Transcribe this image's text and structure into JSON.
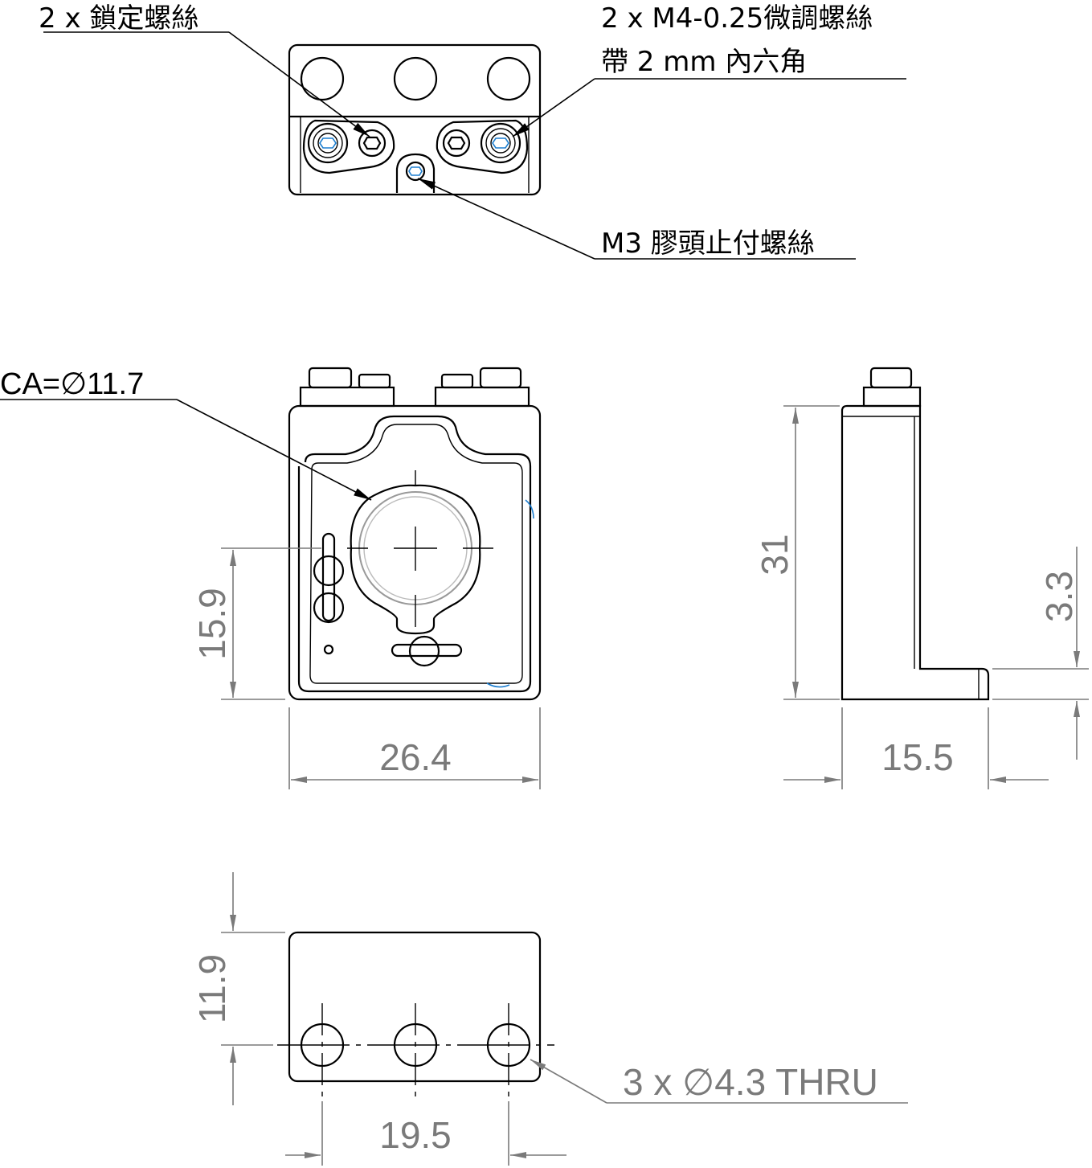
{
  "callouts": {
    "lock_screws": "2 x 鎖定螺絲",
    "adjust_screws_line1": "2 x M4-0.25微調螺絲",
    "adjust_screws_line2": "帶 2 mm 內六角",
    "set_screw": "M3 膠頭止付螺絲",
    "clear_aperture": "CA=∅11.7",
    "holes": "3 x ∅4.3 THRU"
  },
  "dimensions": {
    "center_height": "15.9",
    "width": "26.4",
    "height": "31",
    "foot_thickness": "3.3",
    "depth": "15.5",
    "hole_offset": "11.9",
    "hole_spacing": "19.5"
  },
  "colors": {
    "line": "#000000",
    "dimension": "#7a7a7a",
    "accent": "#1e7fd0"
  }
}
